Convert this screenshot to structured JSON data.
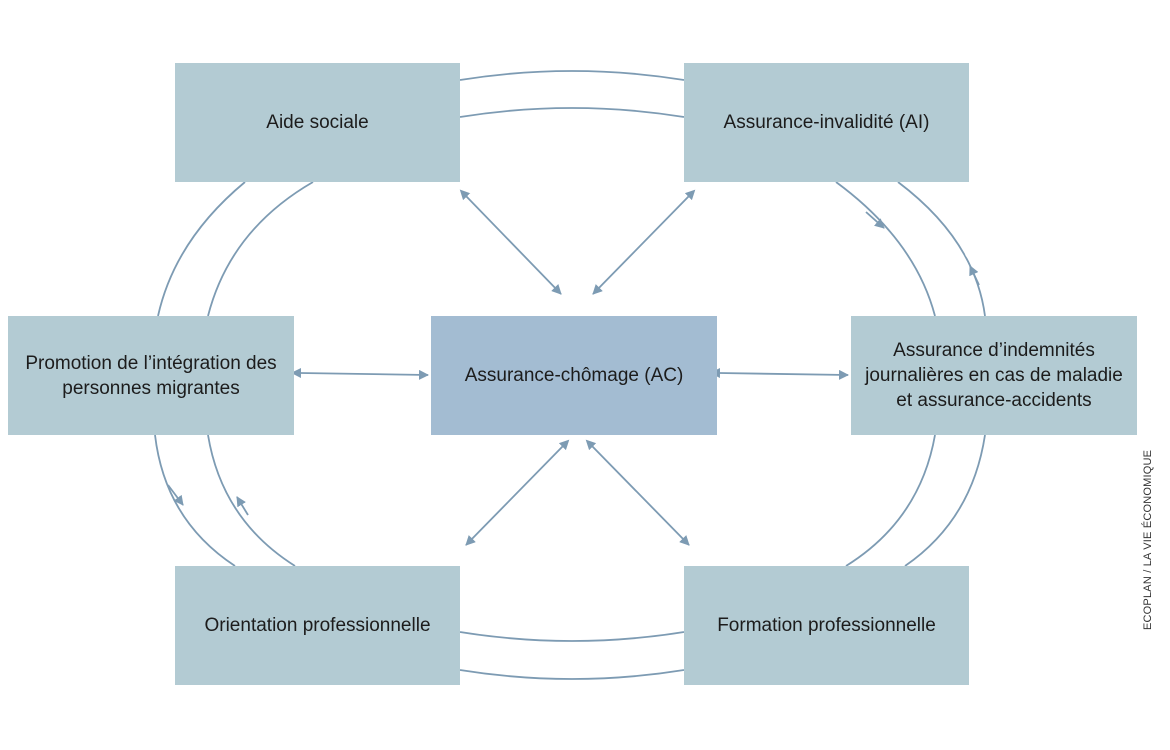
{
  "diagram": {
    "center": "Assurance-chômage (AC)",
    "nodes": {
      "aide_sociale": "Aide sociale",
      "ai": "Assurance-invalidité (AI)",
      "integration": [
        "Promotion de l’intégration des",
        "personnes migrantes"
      ],
      "indemnites": [
        "Assurance d’indemnités",
        "journalières en cas de maladie",
        "et assurance-accidents"
      ],
      "orientation": "Orientation professionnelle",
      "formation": "Formation professionnelle"
    }
  },
  "credit": "ECOPLAN / LA VIE ÉCONOMIQUE",
  "colors": {
    "box": "#b3cbd3",
    "center_box": "#a3bcd2",
    "line": "#7d9bb3"
  }
}
